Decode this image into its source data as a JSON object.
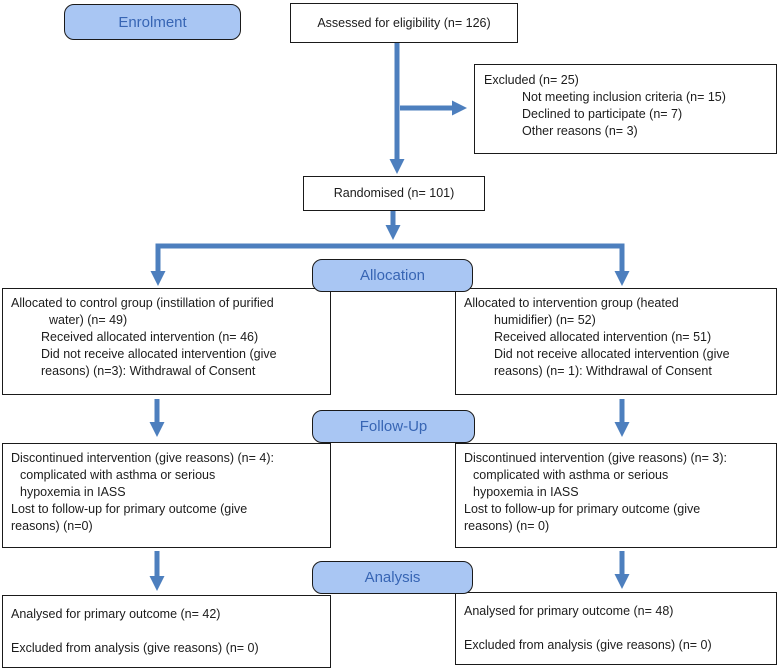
{
  "stages": {
    "enrolment": "Enrolment",
    "allocation": "Allocation",
    "followup": "Follow-Up",
    "analysis": "Analysis"
  },
  "boxes": {
    "assessed": "Assessed for eligibility (n= 126)",
    "excluded": {
      "title": "Excluded (n= 25)",
      "items": [
        "Not meeting inclusion criteria (n= 15)",
        "Declined to participate (n= 7)",
        "Other reasons (n= 3)"
      ]
    },
    "randomised": "Randomised (n= 101)",
    "allocation_left": {
      "lines": [
        "Allocated to control group (instillation of purified",
        "water) (n= 49)",
        "Received allocated intervention (n= 46)",
        "Did not receive allocated intervention (give",
        "reasons) (n=3): Withdrawal of Consent"
      ]
    },
    "allocation_right": {
      "lines": [
        "Allocated to intervention group (heated",
        "humidifier) (n= 52)",
        "Received allocated intervention (n= 51)",
        "Did not receive allocated intervention (give",
        "reasons) (n= 1): Withdrawal of Consent"
      ]
    },
    "followup_left": {
      "lines": [
        "Discontinued intervention (give reasons) (n= 4):",
        "complicated with asthma or serious",
        "hypoxemia in IASS",
        "Lost to follow-up for primary outcome (give",
        "reasons) (n=0)"
      ]
    },
    "followup_right": {
      "lines": [
        "Discontinued intervention (give reasons) (n= 3):",
        "complicated with asthma or serious",
        "hypoxemia in IASS",
        "Lost to follow-up for primary outcome (give",
        "reasons) (n= 0)"
      ]
    },
    "analysis_left": {
      "lines": [
        "Analysed for primary outcome (n= 42)",
        "Excluded from analysis (give reasons) (n= 0)"
      ]
    },
    "analysis_right": {
      "lines": [
        "Analysed for primary outcome (n= 48)",
        "Excluded from analysis (give reasons) (n= 0)"
      ]
    }
  },
  "colors": {
    "stage-fill": "#a9c6f3",
    "stage-border": "#1a1a1a",
    "stage-text": "#3765b4",
    "arrow": "#4d7fbe",
    "box-border": "#1a1a1a",
    "box-text": "#1c1c1c",
    "background": "#ffffff"
  }
}
